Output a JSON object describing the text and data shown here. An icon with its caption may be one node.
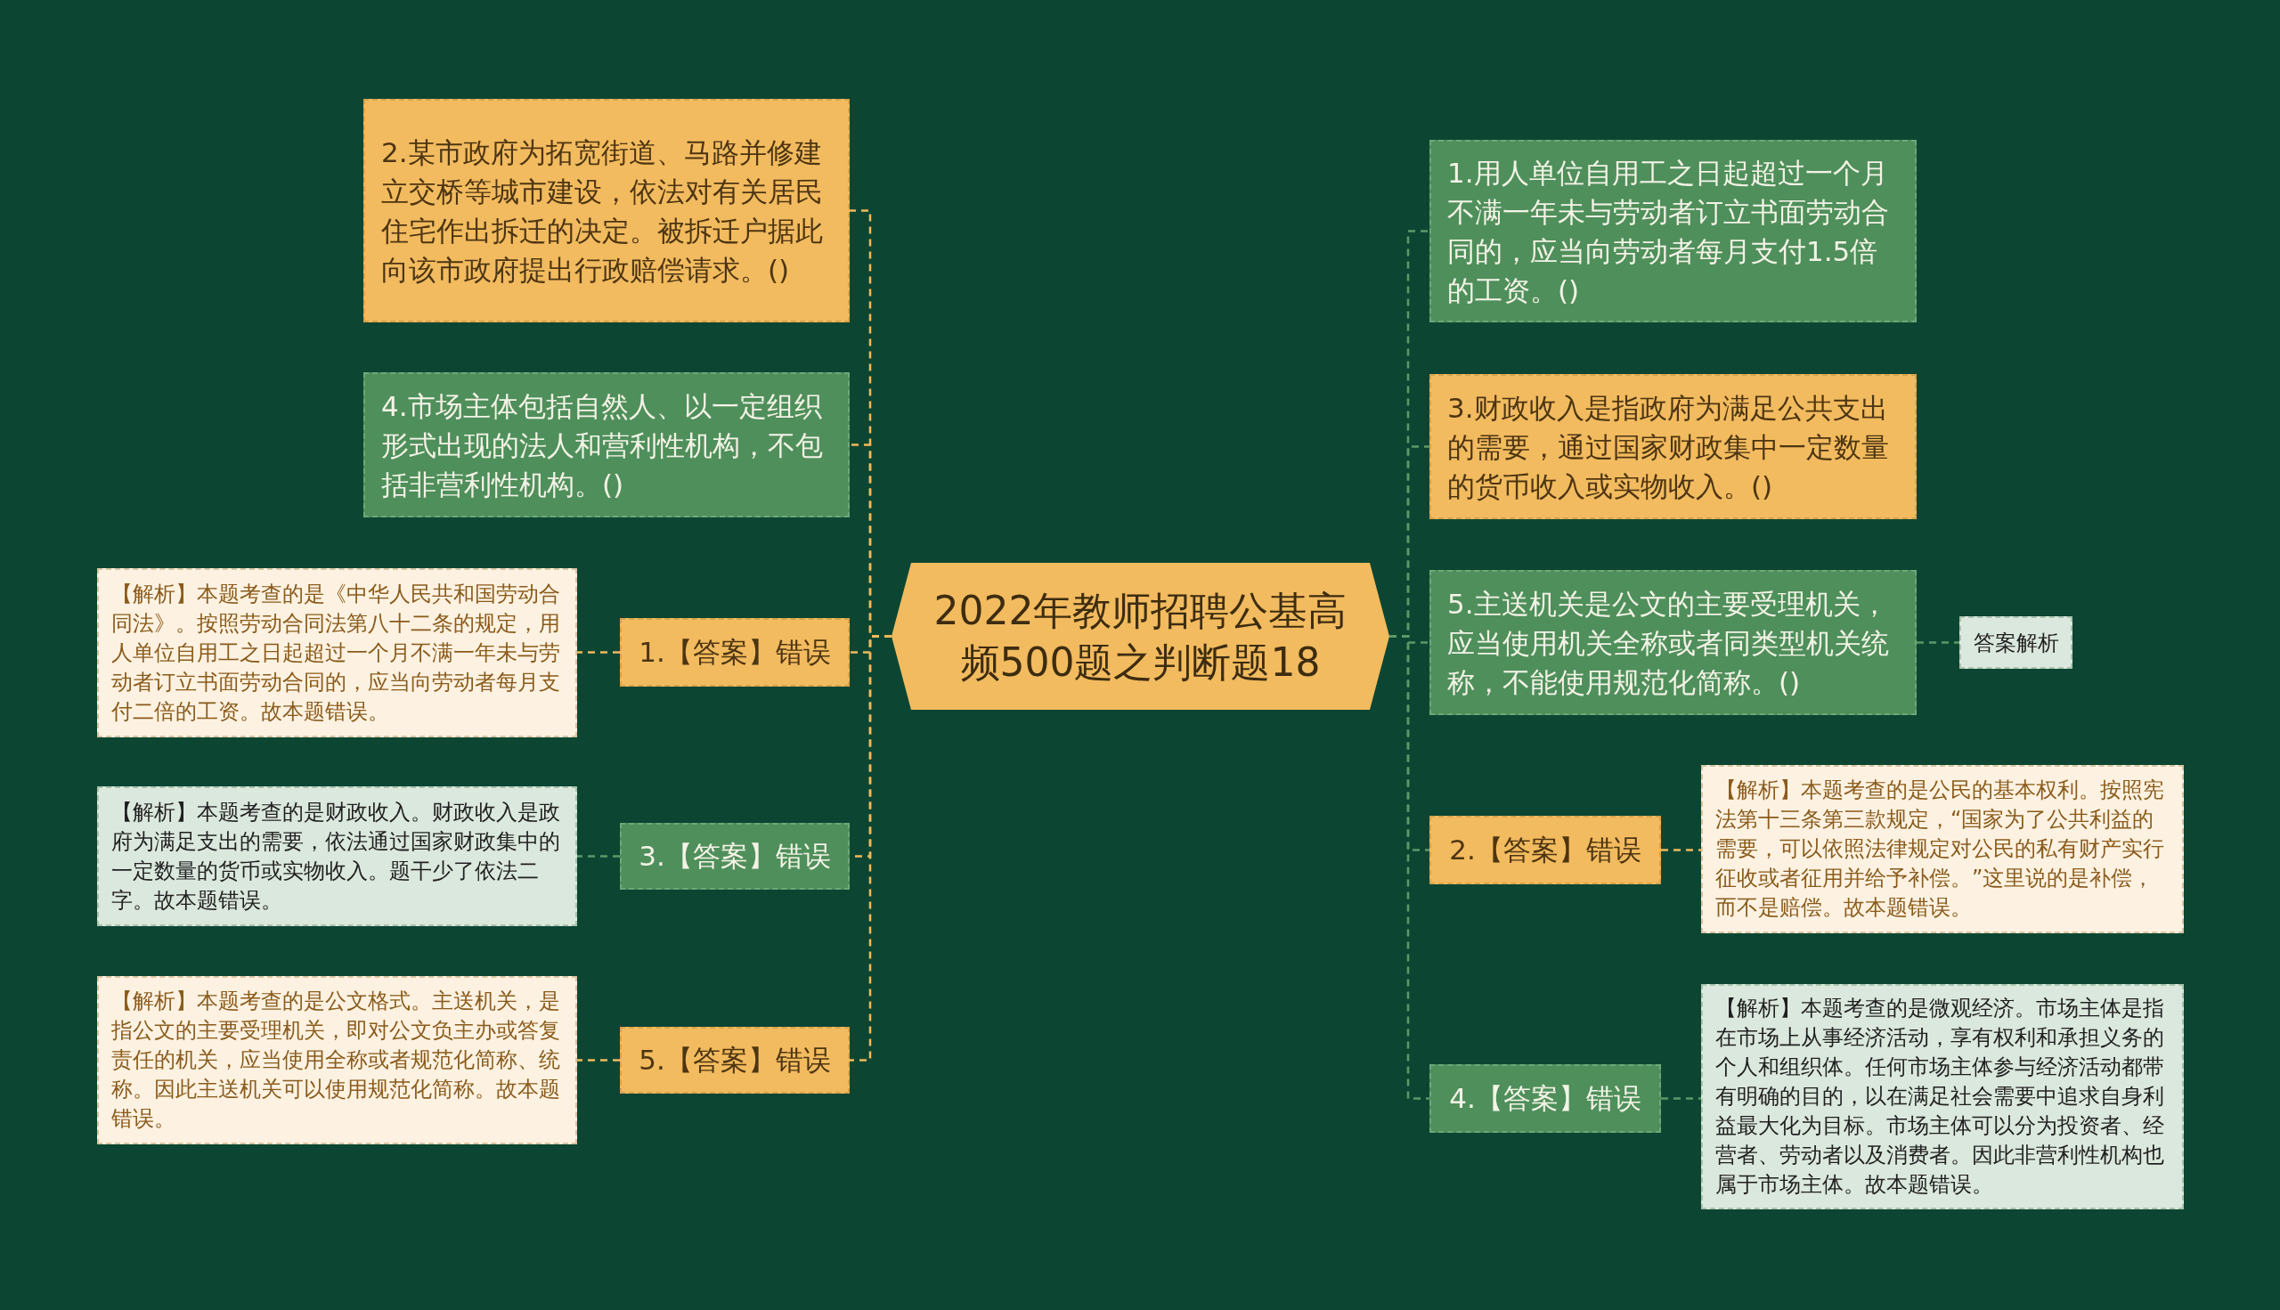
{
  "diagram": {
    "nodes": [
      {
        "text": [
          "2022年教师招聘公基高频500题之判断题18"
        ]
      },
      {
        "text": [
          "2.某市政府为拓宽街道、马路并修建立交桥等城市建设，依法对有关居民住宅作出拆迁的决定。被拆迁户据此向该市政府提出行政赔偿请求。()"
        ]
      },
      {
        "text": [
          "4.市场主体包括自然人、以一定组织形式出现的法人和营利性机构，不包括非营利性机构。()"
        ]
      },
      {
        "text": [
          "1.【答案】错误"
        ]
      },
      {
        "text": [
          "【解析】本题考查的是《中华人民共和国劳动合同法》。按照劳动合同法第八十二条的规定，用人单位自用工之日起超过一个月不满一年未与劳动者订立书面劳动合同的，应当向劳动者每月支付二倍的工资。故本题错误。"
        ]
      },
      {
        "text": [
          "3.【答案】错误"
        ]
      },
      {
        "text": [
          "【解析】本题考查的是财政收入。财政收入是政府为满足支出的需要，依法通过国家财政集中的一定数量的货币或实物收入。题干少了依法二字。故本题错误。"
        ]
      },
      {
        "text": [
          "5.【答案】错误"
        ]
      },
      {
        "text": [
          "【解析】本题考查的是公文格式。主送机关，是指公文的主要受理机关，即对公文负主办或答复责任的机关，应当使用全称或者规范化简称、统称。因此主送机关可以使用规范化简称。故本题错误。"
        ]
      },
      {
        "text": [
          "1.用人单位自用工之日起超过一个月不满一年未与劳动者订立书面劳动合同的，应当向劳动者每月支付1.5倍的工资。()"
        ]
      },
      {
        "text": [
          "3.财政收入是指政府为满足公共支出的需要，通过国家财政集中一定数量的货币收入或实物收入。()"
        ]
      },
      {
        "text": [
          "5.主送机关是公文的主要受理机关，应当使用机关全称或者同类型机关统称，不能使用规范化简称。()"
        ]
      },
      {
        "text": [
          "答案解析"
        ]
      },
      {
        "text": [
          "2.【答案】错误"
        ]
      },
      {
        "text": [
          "【解析】本题考查的是公民的基本权利。按照宪法第十三条第三款规定，“国家为了公共利益的需要，可以依照法律规定对公民的私有财产实行征收或者征用并给予补偿。”这里说的是补偿，而不是赔偿。故本题错误。"
        ]
      },
      {
        "text": [
          "4.【答案】错误"
        ]
      },
      {
        "text": [
          "【解析】本题考查的是微观经济。市场主体是指在市场上从事经济活动，享有权利和承担义务的个人和组织体。任何市场主体参与经济活动都带有明确的目的，以在满足社会需要中追求自身利益最大化为目标。市场主体可以分为投资者、经营者、劳动者以及消费者。因此非营利性机构也属于市场主体。故本题错误。"
        ]
      }
    ],
    "edges": [
      {
        "from": 0,
        "to": 1,
        "arrow": "none",
        "style": "dashed",
        "color": "#f0b95b"
      },
      {
        "from": 0,
        "to": 2,
        "arrow": "none",
        "style": "dashed",
        "color": "#f0b95b"
      },
      {
        "from": 0,
        "to": 3,
        "arrow": "none",
        "style": "dashed",
        "color": "#f0b95b"
      },
      {
        "from": 3,
        "to": 4,
        "arrow": "none",
        "style": "dashed",
        "color": "#f0b95b"
      },
      {
        "from": 0,
        "to": 5,
        "arrow": "none",
        "style": "dashed",
        "color": "#f0b95b"
      },
      {
        "from": 5,
        "to": 6,
        "arrow": "none",
        "style": "dashed",
        "color": "#5b9a68"
      },
      {
        "from": 0,
        "to": 7,
        "arrow": "none",
        "style": "dashed",
        "color": "#f0b95b"
      },
      {
        "from": 7,
        "to": 8,
        "arrow": "none",
        "style": "dashed",
        "color": "#f0b95b"
      },
      {
        "from": 0,
        "to": 9,
        "arrow": "none",
        "style": "dashed",
        "color": "#5b9a68"
      },
      {
        "from": 0,
        "to": 10,
        "arrow": "none",
        "style": "dashed",
        "color": "#5b9a68"
      },
      {
        "from": 0,
        "to": 11,
        "arrow": "none",
        "style": "dashed",
        "color": "#5b9a68"
      },
      {
        "from": 11,
        "to": 12,
        "arrow": "none",
        "style": "dashed",
        "color": "#5b9a68"
      },
      {
        "from": 0,
        "to": 13,
        "arrow": "none",
        "style": "dashed",
        "color": "#5b9a68"
      },
      {
        "from": 13,
        "to": 14,
        "arrow": "none",
        "style": "dashed",
        "color": "#f0b95b"
      },
      {
        "from": 0,
        "to": 15,
        "arrow": "none",
        "style": "dashed",
        "color": "#5b9a68"
      },
      {
        "from": 15,
        "to": 16,
        "arrow": "none",
        "style": "dashed",
        "color": "#5b9a68"
      }
    ]
  }
}
